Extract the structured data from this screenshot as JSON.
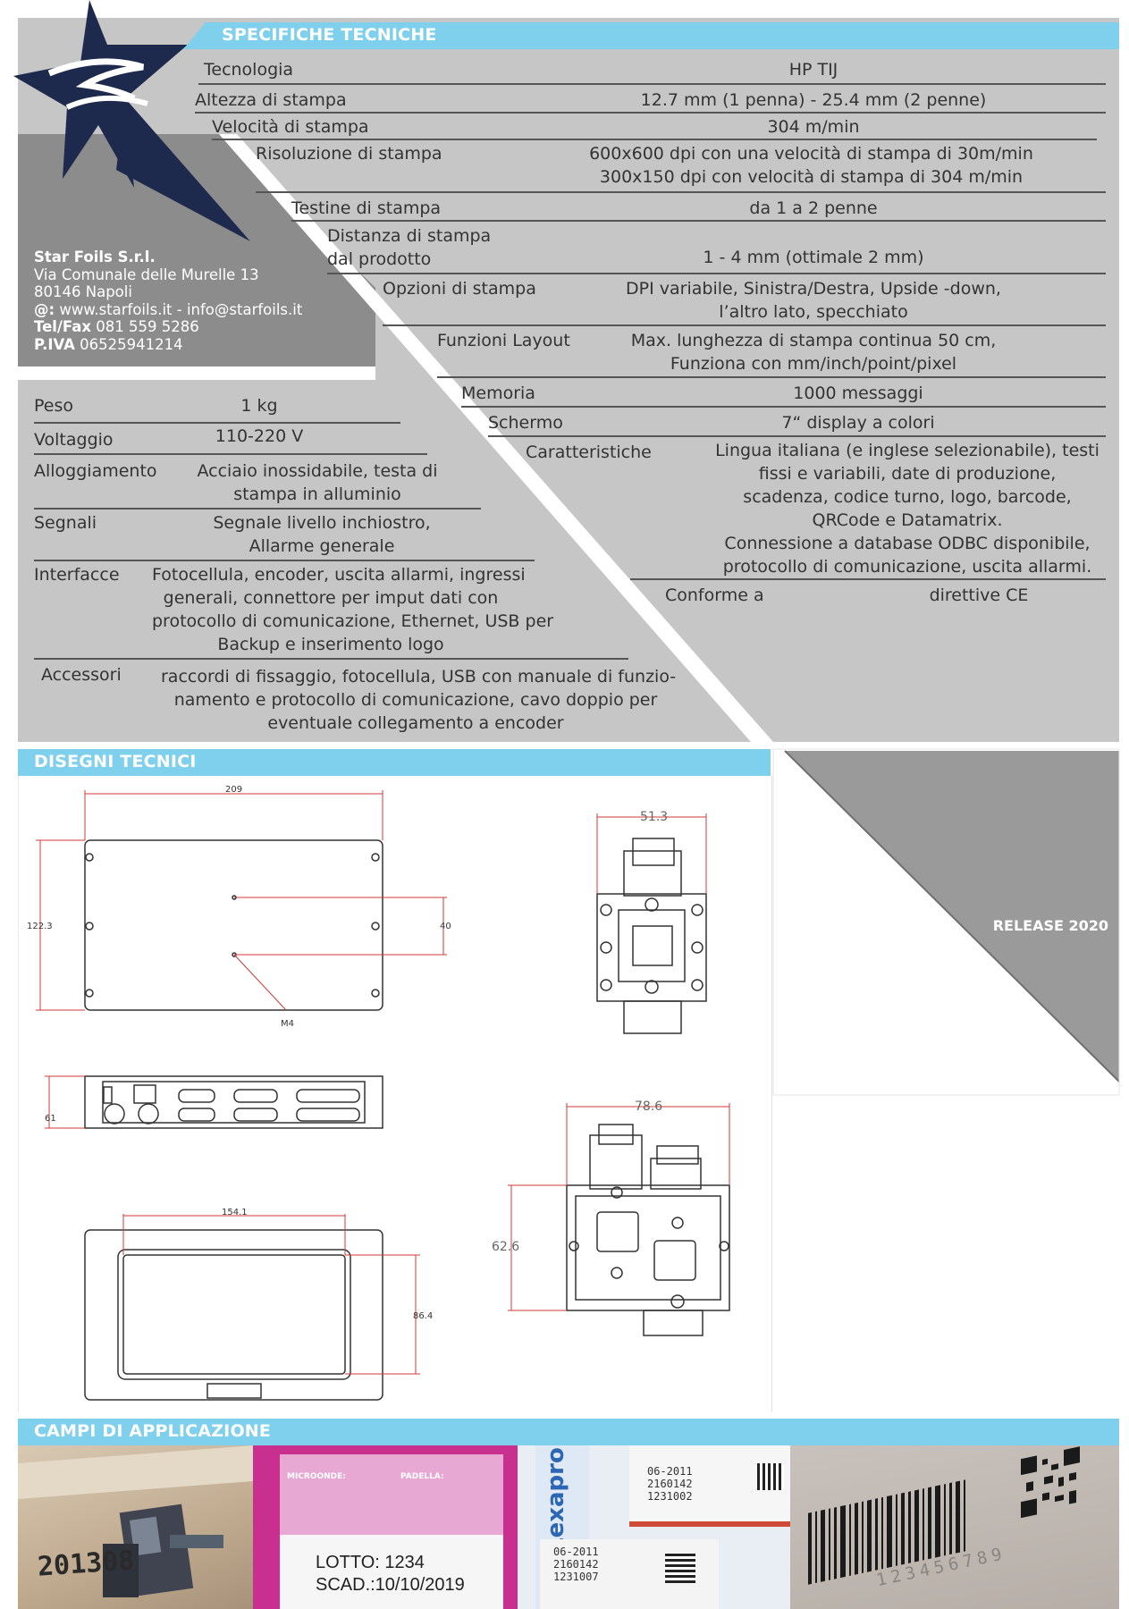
{
  "sections": {
    "specs_title": "SPECIFICHE TECNICHE",
    "drawings_title": "DISEGNI TECNICI",
    "applications_title": "CAMPI DI APPLICAZIONE"
  },
  "company": {
    "name": "Star Foils S.r.l.",
    "address": "Via Comunale delle Murelle 13",
    "city": "80146  Napoli",
    "web_prefix": "@:",
    "web": " www.starfoils.it -  info@starfoils.it",
    "tel_label": "Tel/Fax",
    "tel": "  081 559 5286",
    "vat_label": "P.IVA",
    "vat": "  06525941214"
  },
  "specs_right": [
    {
      "label": "Tecnologia",
      "value": "HP TIJ"
    },
    {
      "label": "Altezza di stampa",
      "value": "12.7 mm (1 penna) - 25.4 mm (2 penne)"
    },
    {
      "label": "Velocità di stampa",
      "value": "304 m/min"
    },
    {
      "label": "Risoluzione di stampa",
      "value": "600x600 dpi con una velocità di stampa di 30m/min",
      "value2": "300x150 dpi con velocità di stampa di 304 m/min"
    },
    {
      "label": "Testine di stampa",
      "value": "da 1 a 2 penne"
    },
    {
      "label": "Distanza di stampa",
      "label2": "dal prodotto",
      "value": "1 - 4 mm (ottimale 2 mm)"
    },
    {
      "label": "Opzioni di stampa",
      "value": "DPI variabile, Sinistra/Destra, Upside -down,",
      "value2": "l’altro lato, specchiato"
    },
    {
      "label": "Funzioni Layout",
      "value": "Max. lunghezza di stampa continua 50 cm,",
      "value2": "Funziona con mm/inch/point/pixel"
    },
    {
      "label": "Memoria",
      "value": "1000 messaggi"
    },
    {
      "label": "Schermo",
      "value": "7“ display a colori"
    },
    {
      "label": "Caratteristiche",
      "lines": [
        "Lingua italiana (e inglese selezionabile), testi",
        "fissi e variabili, date di produzione,",
        "scadenza, codice turno, logo, barcode,",
        "QRCode e Datamatrix.",
        "Connessione a database ODBC disponibile,",
        "protocollo di comunicazione, uscita allarmi."
      ]
    },
    {
      "label": "Conforme a",
      "value": "direttive CE"
    }
  ],
  "specs_left": [
    {
      "label": "Peso",
      "lines": [
        "1 kg"
      ]
    },
    {
      "label": "Voltaggio",
      "lines": [
        "110-220 V"
      ]
    },
    {
      "label": "Alloggiamento",
      "lines": [
        "Acciaio inossidabile, testa di",
        "stampa in alluminio"
      ]
    },
    {
      "label": "Segnali",
      "lines": [
        "Segnale livello inchiostro,",
        "Allarme generale"
      ]
    },
    {
      "label": "Interfacce",
      "lines": [
        "Fotocellula, encoder, uscita allarmi, ingressi",
        "generali, connettore per imput dati con",
        "protocollo di comunicazione, Ethernet, USB per",
        "Backup e inserimento logo"
      ]
    },
    {
      "label": "Accessori",
      "lines": [
        "raccordi di fissaggio, fotocellula, USB con manuale di funzio-",
        "namento e protocollo di comunicazione, cavo doppio per",
        "eventuale collegamento a encoder"
      ]
    }
  ],
  "release": "RELEASE 2020",
  "drawings": {
    "top_width": "209",
    "top_height": "122.3",
    "top_hole_gap": "40",
    "top_thread": "M4",
    "side_height": "61",
    "front_width": "154.1",
    "front_height": "86.4",
    "head_width": "51.3",
    "head2_width": "78.6",
    "head2_height": "62.6"
  },
  "applications": {
    "photo1_code": "201308",
    "photo2_tag1": "MICROONDE:",
    "photo2_tag2": "PADELLA:",
    "photo2_lotto": "LOTTO: 1234",
    "photo2_scad": "SCAD.:10/10/2019",
    "photo3_brand": "Lexapro",
    "photo3_codes": [
      "06-2011",
      "2160142",
      "1231002"
    ],
    "photo3_codes2": [
      "06-2011",
      "2160142",
      "1231007"
    ],
    "photo4_digits": "123456789"
  },
  "colors": {
    "accent_blue": "#7ed0ec",
    "panel_grey": "#c6c6c6",
    "dark_grey": "#8c8c8c",
    "logo_navy": "#1d2a4d"
  }
}
